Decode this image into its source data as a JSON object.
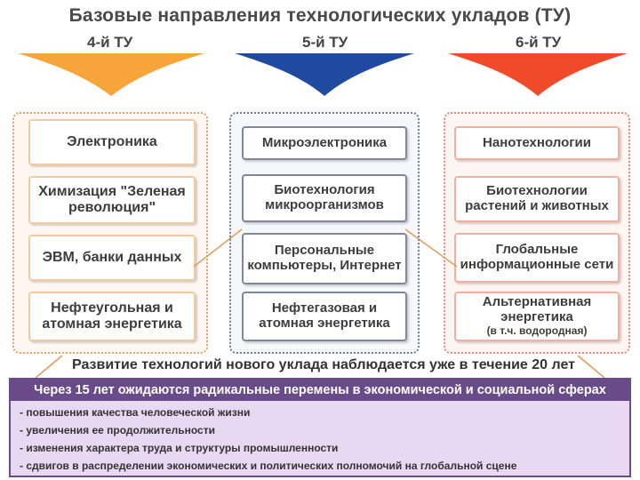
{
  "title": "Базовые направления технологических укладов (ТУ)",
  "colors": {
    "fan4": "#f7a43a",
    "fan5": "#1f4aa0",
    "fan6": "#ef4a2a",
    "purple": "#6a4b8a"
  },
  "columns": [
    {
      "label": "4-й ТУ",
      "boxes": [
        "Электроника",
        "Химизация \"Зеленая революция\"",
        "ЭВМ, банки данных",
        "Нефтеугольная и атомная энергетика"
      ]
    },
    {
      "label": "5-й ТУ",
      "boxes": [
        "Микроэлектроника",
        "Биотехнология микроорганизмов",
        "Персональные компьютеры, Интернет",
        "Нефтегазовая и атомная энергетика"
      ]
    },
    {
      "label": "6-й ТУ",
      "boxes": [
        "Нанотехнологии",
        "Биотехнологии растений и животных",
        "Глобальные информационные сети",
        "Альтернативная энергетика"
      ],
      "note": "(в т.ч. водородная)"
    }
  ],
  "development_text": "Развитие технологий нового уклада наблюдается уже в течение 20 лет",
  "forecast": {
    "heading": "Через 15 лет ожидаются радикальные перемены в экономической и социальной сферах",
    "items": [
      "- повышения качества человеческой жизни",
      "- увеличения ее продолжительности",
      "- изменения характера труда и структуры промышленности",
      "- сдвигов в распределении экономических и политических полномочий на глобальной сцене"
    ]
  }
}
